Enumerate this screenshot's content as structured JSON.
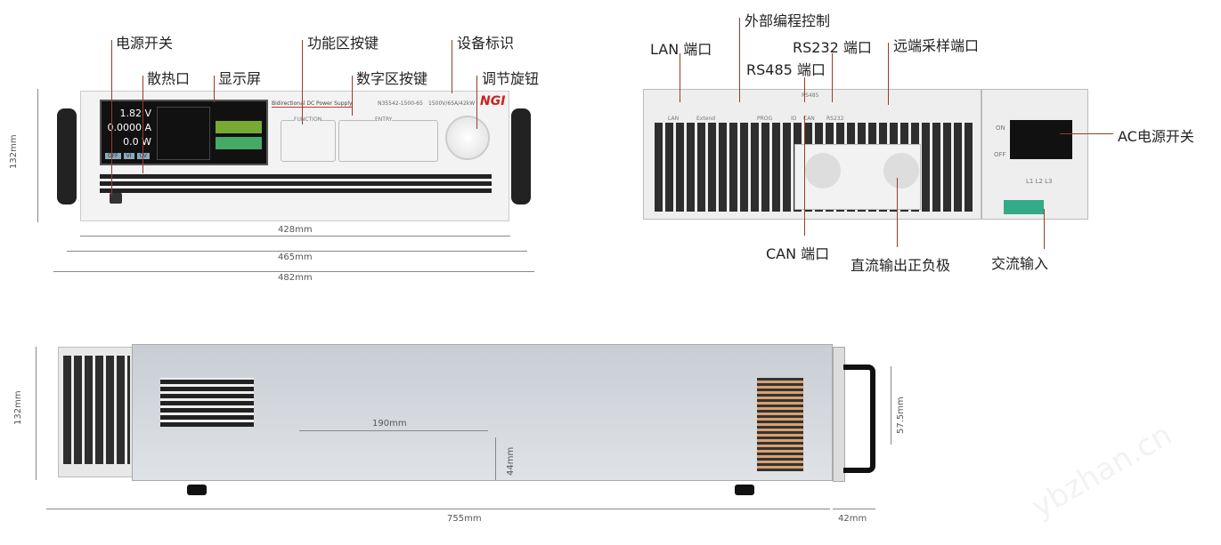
{
  "front": {
    "callouts": [
      "电源开关",
      "散热口",
      "显示屏",
      "功能区按键",
      "数字区按键",
      "设备标识",
      "调节旋钮"
    ],
    "screen": {
      "voltage": "1.82 V",
      "current": "0.0000 A",
      "power": "0.0 W",
      "tabs": [
        "OFF",
        "VI",
        "CV"
      ]
    },
    "panel": {
      "title": "Bidirectional DC Power Supply",
      "model": "N35542-1500-65",
      "rating": "1500V/65A/42kW",
      "brand": "NGI",
      "function": "FUNCTION",
      "entry": "ENTRY"
    },
    "dims": {
      "height": "132mm",
      "inner": "428mm",
      "mid": "465mm",
      "outer": "482mm"
    }
  },
  "rear": {
    "callouts": [
      "LAN 端口",
      "外部编程控制",
      "RS232 端口",
      "RS485 端口",
      "远端采样端口",
      "AC电源开关",
      "CAN 端口",
      "直流输出正负极",
      "交流输入"
    ],
    "ports": [
      "LAN",
      "Extend",
      "PROG",
      "ID",
      "CAN",
      "RS232",
      "RS485"
    ],
    "switch": {
      "on": "ON",
      "off": "OFF",
      "phases": "L1 L2 L3"
    }
  },
  "side": {
    "dims": {
      "height": "132mm",
      "hole_spacing": "190mm",
      "hole_height": "44mm",
      "handle": "57.5mm",
      "length": "755mm",
      "handle_depth": "42mm"
    }
  },
  "watermark": "ybzhan.cn"
}
